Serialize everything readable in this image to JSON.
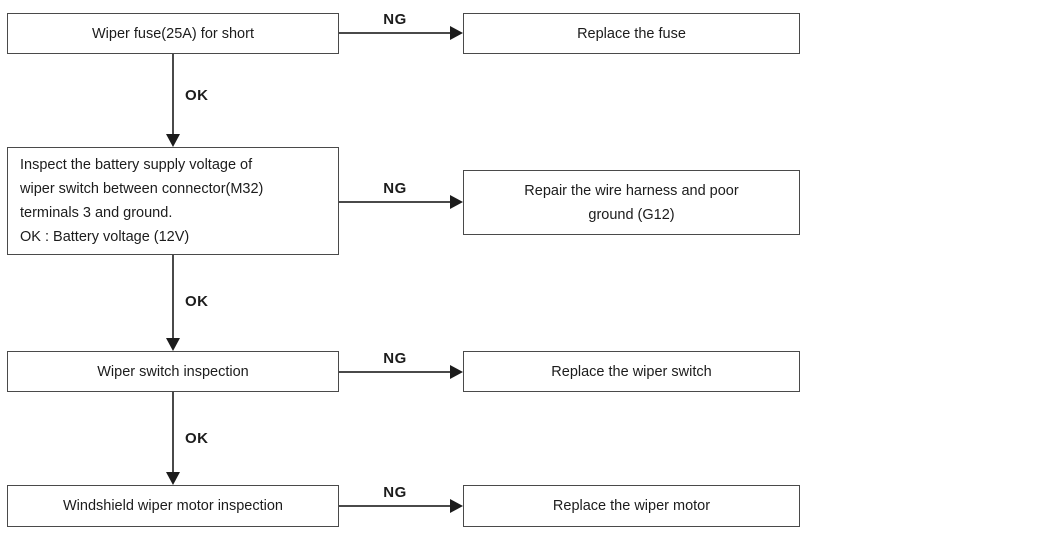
{
  "flowchart": {
    "colors": {
      "line": "#4a4a4a",
      "arrowhead": "#1c1c1c",
      "text": "#1c1c1c",
      "background": "#ffffff"
    },
    "rows": [
      {
        "step": "Wiper fuse(25A) for short",
        "ng_label": "NG",
        "action": "Replace the fuse",
        "ok_label": "OK"
      },
      {
        "step": "Inspect the battery supply voltage of\nwiper switch between connector(M32)\nterminals 3 and ground.\nOK : Battery voltage (12V)",
        "ng_label": "NG",
        "action": "Repair the wire harness and poor\nground (G12)",
        "ok_label": "OK"
      },
      {
        "step": "Wiper switch inspection",
        "ng_label": "NG",
        "action": "Replace the wiper switch",
        "ok_label": "OK"
      },
      {
        "step": "Windshield wiper motor inspection",
        "ng_label": "NG",
        "action": "Replace the wiper motor"
      }
    ]
  }
}
